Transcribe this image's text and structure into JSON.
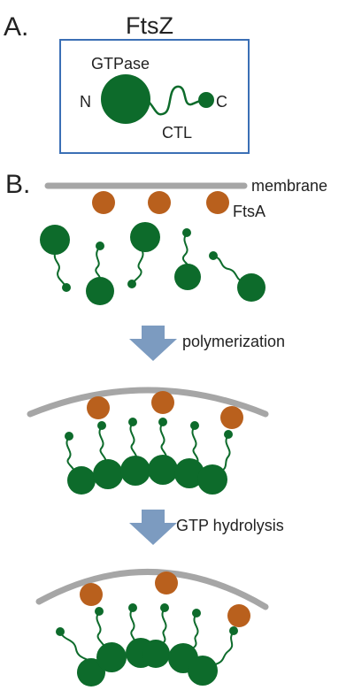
{
  "panelA": {
    "letter": "A.",
    "title": "FtsZ",
    "gtpase_label": "GTPase",
    "n_label": "N",
    "c_label": "C",
    "ctl_label": "CTL"
  },
  "panelB": {
    "letter": "B.",
    "membrane_label": "membrane",
    "ftsa_label": "FtsA",
    "step1_label": "polymerization",
    "step2_label": "GTP hydrolysis"
  },
  "colors": {
    "ftsz": "#0d6b2b",
    "ftsa": "#b9601d",
    "membrane": "#a6a6a6",
    "arrow": "#7c9bc0",
    "box_border": "#3b6fb5"
  }
}
